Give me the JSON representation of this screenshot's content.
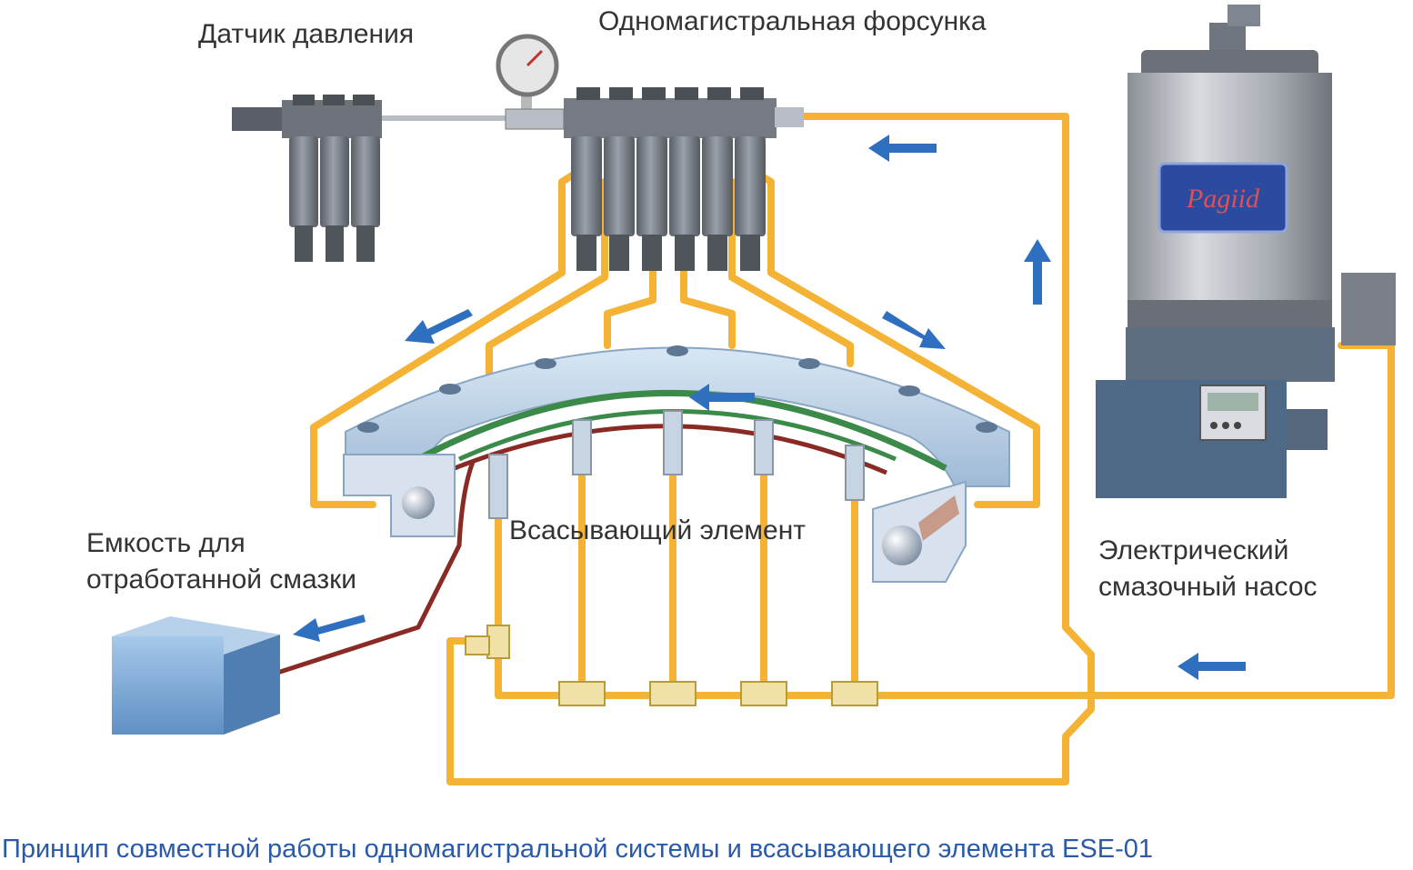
{
  "labels": {
    "pressure_sensor": "Датчик давления",
    "single_line_injector": "Одномагистральная форсунка",
    "suction_element": "Всасывающий элемент",
    "waste_container_line1": "Емкость для",
    "waste_container_line2": "отработанной смазки",
    "pump_line1": "Электрический",
    "pump_line2": "смазочный насос",
    "pump_brand": "Pagiid"
  },
  "caption": "Принцип совместной работы одномагистральной системы и всасывающего элемента ESE-01",
  "colors": {
    "pipe": "#f5b335",
    "pipe_dark": "#d99a1c",
    "arrow": "#2f6fc0",
    "metal": "#7a7f88",
    "metal_dark": "#4e535b",
    "flange": "#bcd3e8",
    "waste_line": "#8a2a24",
    "seal": "#3b8a4a",
    "box": "#6e9fd0",
    "caption": "#2a5aa8"
  }
}
